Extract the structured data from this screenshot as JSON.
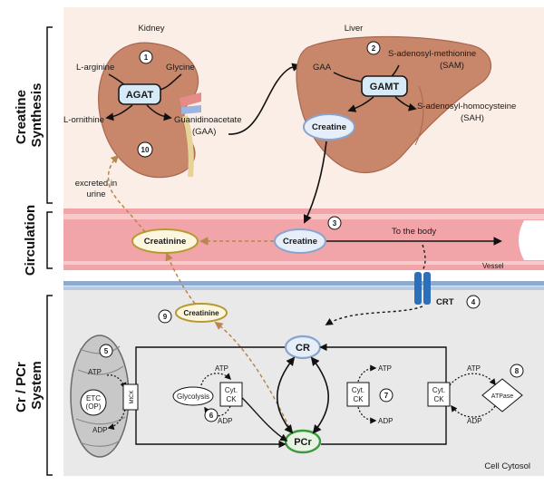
{
  "sections": {
    "synthesis": "Creatine\nSynthesis",
    "circulation": "Circulation",
    "system": "Cr / PCr\nSystem"
  },
  "organs": {
    "kidney": "Kidney",
    "liver": "Liver"
  },
  "kidney": {
    "step": "1",
    "arginine": "L-arginine",
    "glycine": "Glycine",
    "enzyme": "AGAT",
    "ornithine": "L-ornithine",
    "gaa_line1": "Guanidinoacetate",
    "gaa_line2": "(GAA)",
    "excrete_step": "10",
    "excreted_line1": "excreted in",
    "excreted_line2": "urine"
  },
  "liver": {
    "step": "2",
    "gaa": "GAA",
    "enzyme": "GAMT",
    "sam_line1": "S-adenosyl-methionine",
    "sam_line2": "(SAM)",
    "sah_line1": "S-adenosyl-homocysteine",
    "sah_line2": "(SAH)",
    "creatine": "Creatine"
  },
  "circulation": {
    "step": "3",
    "creatinine": "Creatinine",
    "creatine": "Creatine",
    "to_body": "To the body",
    "vessel": "Vessel"
  },
  "transporter": {
    "label": "CRT",
    "step": "4"
  },
  "cytosol": {
    "label": "Cell Cytosol",
    "creatinine": "Creatinine",
    "creatinine_step": "9",
    "cr": "CR",
    "pcr": "PCr",
    "mito_step": "5",
    "mito_atp": "ATP",
    "mito_adp": "ADP",
    "etc_line1": "ETC",
    "etc_line2": "(OP)",
    "mtck": "MtCK",
    "glyco_atp": "ATP",
    "glyco_adp": "ADP",
    "glycolysis": "Glycolysis",
    "glyco_step": "6",
    "ck1_line1": "Cyt.",
    "ck1_line2": "CK",
    "ck2_line1": "Cyt.",
    "ck2_line2": "CK",
    "ck2_step": "7",
    "ck2_atp": "ATP",
    "ck2_adp": "ADP",
    "ck3_line1": "Cyt.",
    "ck3_line2": "CK",
    "atpase": "ATPase",
    "atpase_step": "8",
    "ck3_atp": "ATP",
    "ck3_adp": "ADP"
  },
  "colors": {
    "synthesis_bg": "#fbeee6",
    "vessel": "#f2a5a8",
    "vessel_light": "#f8c9c9",
    "cytosol_bg": "#e9e9e9",
    "membrane": "#8fa9cf",
    "organ": "#c8866a",
    "enzyme_box": "#d6eaf7",
    "creatine_fill": "#e6eefa",
    "pcr_ring": "#3a9a3a",
    "creatinine_ring": "#b59a32",
    "dashed_arrow": "#b8864e"
  }
}
